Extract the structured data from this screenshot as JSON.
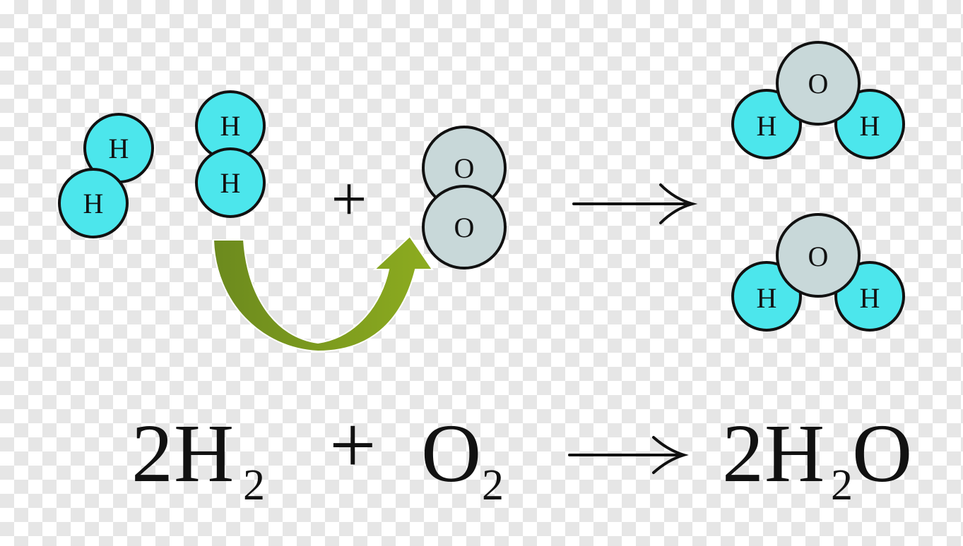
{
  "colors": {
    "hydrogen": "#4ce6ec",
    "oxygen": "#c8d8d9",
    "outline": "#111111",
    "arrow_dark": "#6c8a1e",
    "arrow_light": "#8dac1f"
  },
  "atoms": {
    "hydrogen_symbol": "H",
    "oxygen_symbol": "O"
  },
  "diagram": {
    "plus": "+"
  },
  "equation": {
    "lhs_coefficient_h2": "2",
    "lhs_h": "H",
    "lhs_h_subscript": "2",
    "plus": "+",
    "o": "O",
    "o_subscript": "2",
    "rhs_coefficient": "2",
    "rhs_h": "H",
    "rhs_h_subscript": "2",
    "rhs_o": "O"
  }
}
